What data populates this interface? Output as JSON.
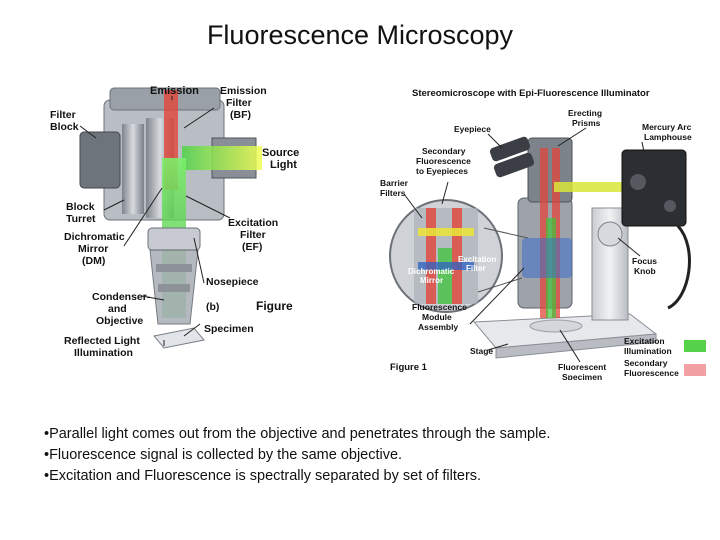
{
  "slide": {
    "title": "Fluorescence Microscopy"
  },
  "left_figure": {
    "labels": {
      "filter_block": "Filter\nBlock",
      "block_turret": "Block\nTurret",
      "emission": "Emission",
      "emission_filter": "Emission\nFilter\n(BF)",
      "source_light": "Source\nLight",
      "dichromatic_mirror": "Dichromatic\nMirror\n(DM)",
      "excitation_filter": "Excitation\nFilter\n(EF)",
      "nosepiece": "Nosepiece",
      "condenser_objective": "Condenser\nand\nObjective",
      "panel": "(b)",
      "figure_word": "Figure",
      "specimen": "Specimen",
      "reflected_light": "Reflected Light\nIllumination"
    }
  },
  "right_figure": {
    "title": "Stereomicroscope with Epi-Fluorescence Illuminator",
    "labels": {
      "erecting_prisms": "Erecting\nPrisms",
      "eyepiece": "Eyepiece",
      "mercury_arc": "Mercury Arc\nLamphouse",
      "secondary_fluorescence": "Secondary\nFluorescence\nto Eyepieces",
      "barrier_filters": "Barrier\nFilters",
      "excitation_filter": "Excitation\nFilter",
      "dichromatic_mirror": "Dichromatic\nMirror",
      "focus_knob": "Focus\nKnob",
      "module_assembly": "Fluorescence\nModule\nAssembly",
      "stage": "Stage",
      "fluorescent_specimen": "Fluorescent\nSpecimen",
      "figure_caption": "Figure 1"
    },
    "legend": [
      {
        "label": "Excitation\nIllumination",
        "color": "#55d24a"
      },
      {
        "label": "Secondary\nFluorescence",
        "color": "#f2a0a4"
      }
    ]
  },
  "bullets": [
    "•Parallel light comes out from the objective and penetrates through the sample.",
    "•Fluorescence signal is collected by the same objective.",
    "•Excitation and Fluorescence is spectrally separated by set of filters."
  ],
  "colors": {
    "excitation": "#3fc43a",
    "emission": "#e2453a",
    "source": "#d8e83a",
    "metal": "#a9aeb6"
  },
  "icons": [
    "microscope-cutaway-illustration",
    "stereomicroscope-illustration"
  ]
}
